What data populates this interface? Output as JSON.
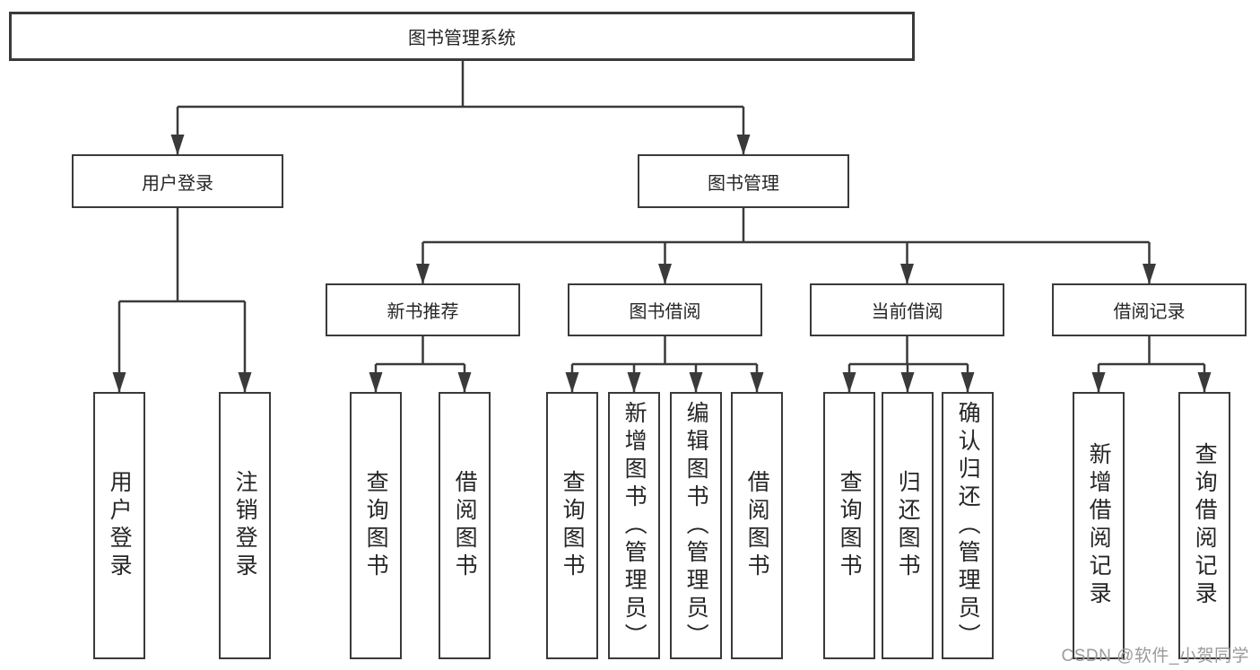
{
  "diagram": {
    "root": {
      "label": "图书管理系统"
    },
    "level2": [
      {
        "label": "用户登录"
      },
      {
        "label": "图书管理"
      }
    ],
    "level3": [
      {
        "label": "新书推荐",
        "parent": "图书管理"
      },
      {
        "label": "图书借阅",
        "parent": "图书管理"
      },
      {
        "label": "当前借阅",
        "parent": "图书管理"
      },
      {
        "label": "借阅记录",
        "parent": "图书管理"
      }
    ],
    "leaves": [
      {
        "label": "用户登录",
        "parent": "用户登录"
      },
      {
        "label": "注销登录",
        "parent": "用户登录"
      },
      {
        "label": "查询图书",
        "parent": "新书推荐"
      },
      {
        "label": "借阅图书",
        "parent": "新书推荐"
      },
      {
        "label": "查询图书",
        "parent": "图书借阅"
      },
      {
        "label": "新增图书（管理员）",
        "parent": "图书借阅"
      },
      {
        "label": "编辑图书（管理员）",
        "parent": "图书借阅"
      },
      {
        "label": "借阅图书",
        "parent": "图书借阅"
      },
      {
        "label": "查询图书",
        "parent": "当前借阅"
      },
      {
        "label": "归还图书",
        "parent": "当前借阅"
      },
      {
        "label": "确认归还（管理员）",
        "parent": "当前借阅"
      },
      {
        "label": "新增借阅记录",
        "parent": "借阅记录"
      },
      {
        "label": "查询借阅记录",
        "parent": "借阅记录"
      }
    ],
    "colors": {
      "line": "#3a3a3a",
      "text": "#262626",
      "background": "#ffffff"
    }
  },
  "watermark": {
    "text": "CSDN @软件_小贺同学",
    "color": "#9a9a9a"
  }
}
